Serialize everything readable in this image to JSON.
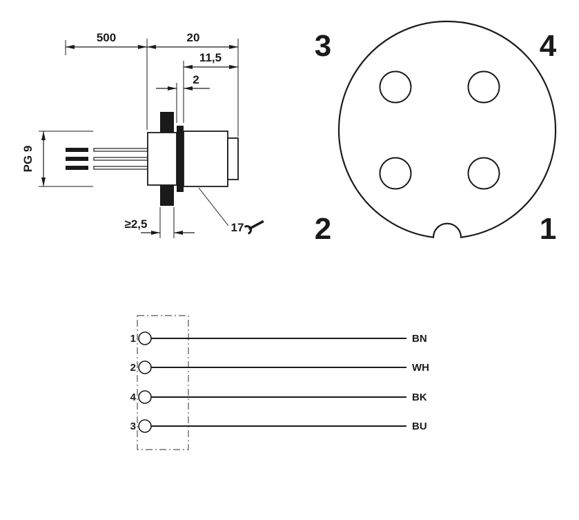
{
  "ink_color": "#1a1a1a",
  "background_color": "#ffffff",
  "side_view": {
    "dim_cable_length": "500",
    "dim_total_depth": "20",
    "dim_front_depth": "11,5",
    "dim_washer": "2",
    "cable_gland_label": "PG 9",
    "dim_panel_thickness": "≥2,5",
    "wrench_size": "17"
  },
  "face_view": {
    "pin_top_left": "3",
    "pin_top_right": "4",
    "pin_bottom_left": "2",
    "pin_bottom_right": "1"
  },
  "wiring": {
    "rows": [
      {
        "pin": "1",
        "color": "BN"
      },
      {
        "pin": "2",
        "color": "WH"
      },
      {
        "pin": "4",
        "color": "BK"
      },
      {
        "pin": "3",
        "color": "BU"
      }
    ]
  }
}
